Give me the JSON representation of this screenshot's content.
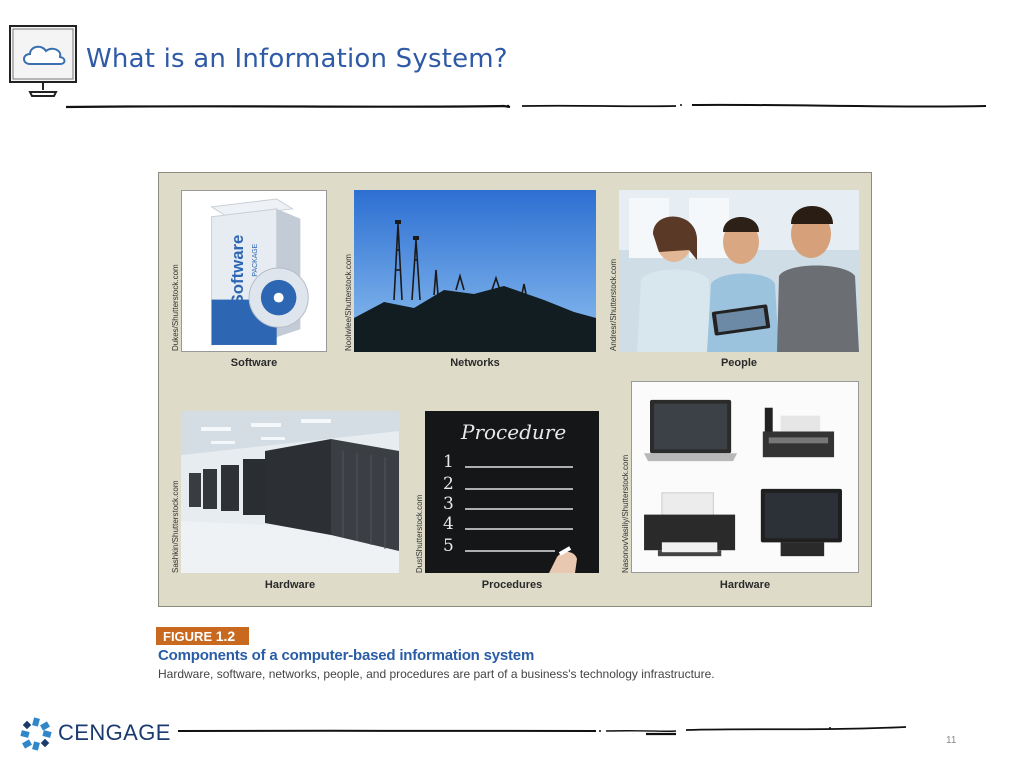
{
  "slide": {
    "title": "What is an Information System?",
    "page_number": "11"
  },
  "figure": {
    "tiles": [
      {
        "label": "Software",
        "credit": "Dukes/Shutterstock.com"
      },
      {
        "label": "Networks",
        "credit": "Noolwlee/Shutterstock.com"
      },
      {
        "label": "People",
        "credit": "Andresr/Shutterstock.com"
      },
      {
        "label": "Hardware",
        "credit": "Sashkin/Shutterstock.com"
      },
      {
        "label": "Procedures",
        "credit": "DustShutterstock.com"
      },
      {
        "label": "Hardware",
        "credit": "NasonovVasiliy/Shutterstock.com"
      }
    ],
    "box_text_main": "Software",
    "box_text_sub": "PACKAGE",
    "board_heading": "Procedure",
    "board_items": [
      "1",
      "2",
      "3",
      "4",
      "5"
    ],
    "tag_prefix": "FIGURE",
    "tag_number": "1.2",
    "caption": "Components of a computer-based information system",
    "subcaption": "Hardware, software, networks, people, and procedures are part of a business's technology infrastructure."
  },
  "footer": {
    "brand": "CENGAGE"
  },
  "colors": {
    "title": "#2f5aa6",
    "figure_tag": "#c8691f",
    "caption": "#2a5da5",
    "brand": "#1b3b6f"
  }
}
